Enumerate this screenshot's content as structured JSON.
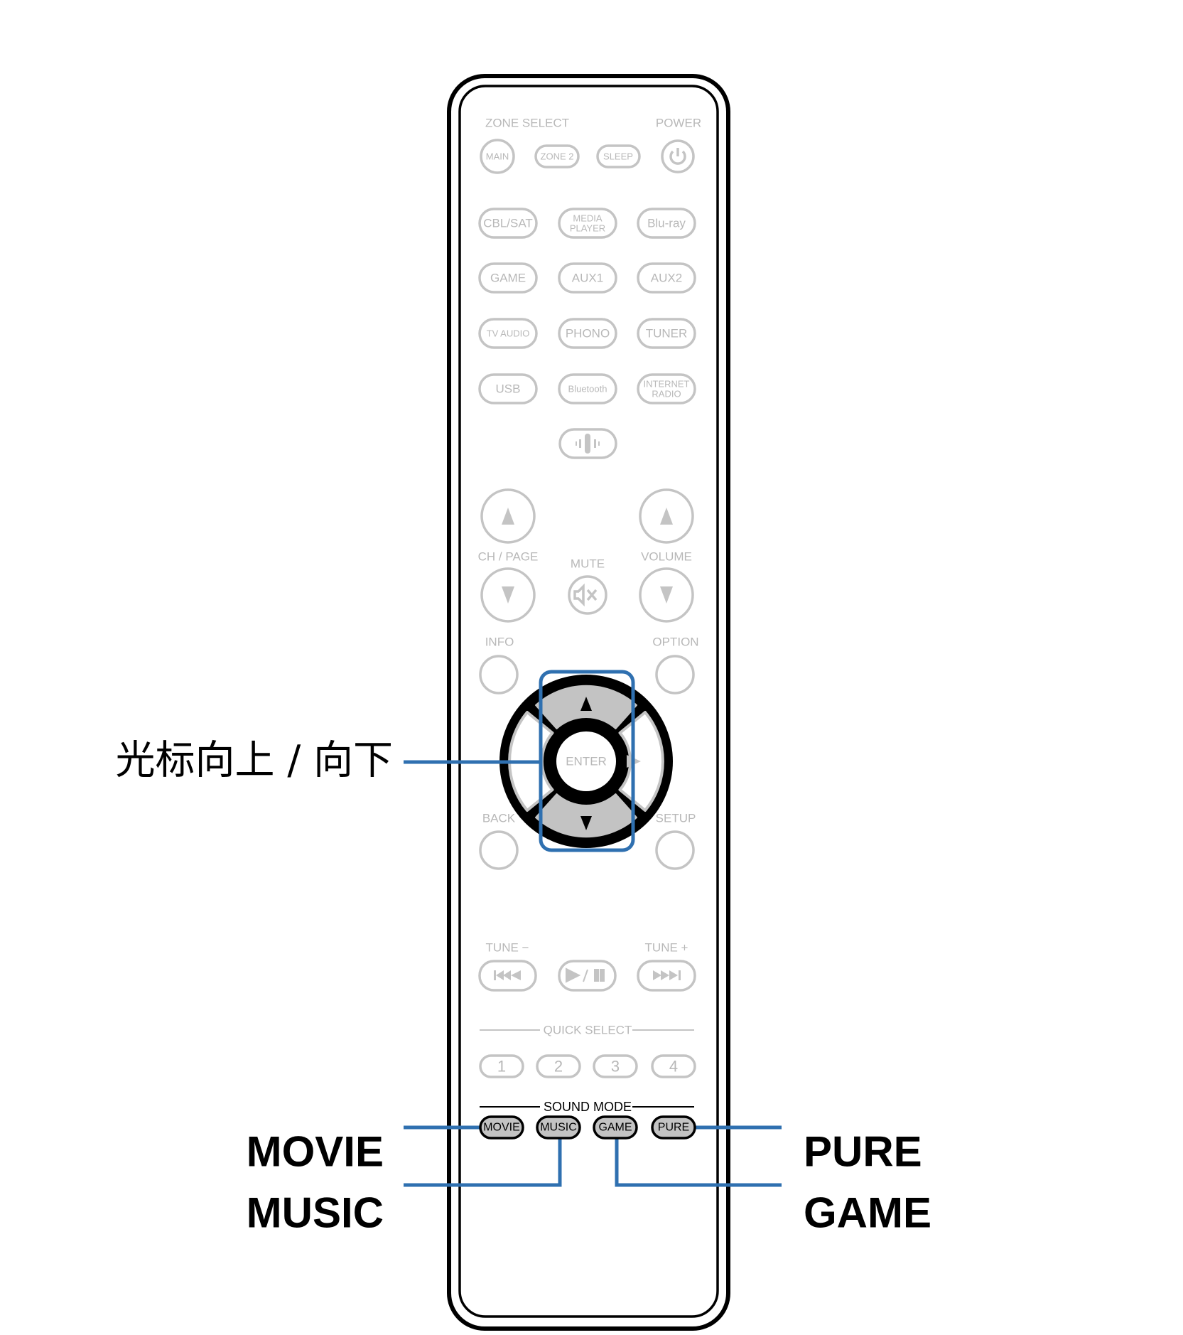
{
  "remote": {
    "zone_select": "ZONE SELECT",
    "power": "POWER",
    "zone_buttons": [
      "MAIN",
      "ZONE 2",
      "SLEEP"
    ],
    "source_rows": [
      [
        "CBL/SAT",
        "MEDIA PLAYER",
        "Blu-ray"
      ],
      [
        "GAME",
        "AUX1",
        "AUX2"
      ],
      [
        "TV AUDIO",
        "PHONO",
        "TUNER"
      ],
      [
        "USB",
        "Bluetooth",
        "INTERNET RADIO"
      ]
    ],
    "media_player_lines": [
      "MEDIA",
      "PLAYER"
    ],
    "internet_radio_lines": [
      "INTERNET",
      "RADIO"
    ],
    "ch_page": "CH / PAGE",
    "mute": "MUTE",
    "volume": "VOLUME",
    "info": "INFO",
    "option": "OPTION",
    "back": "BACK",
    "setup": "SETUP",
    "enter": "ENTER",
    "tune_minus": "TUNE −",
    "tune_plus": "TUNE +",
    "quick_select": "QUICK SELECT",
    "quick_buttons": [
      "1",
      "2",
      "3",
      "4"
    ],
    "sound_mode": "SOUND MODE",
    "sound_buttons": [
      "MOVIE",
      "MUSIC",
      "GAME",
      "PURE"
    ]
  },
  "callouts": {
    "cursor": "光标向上 / 向下",
    "movie": "MOVIE",
    "music": "MUSIC",
    "pure": "PURE",
    "game": "GAME"
  },
  "colors": {
    "callout": "#2f70b0",
    "inactive": "#c4c4c4",
    "highlight_button": "#c3c3c3"
  }
}
